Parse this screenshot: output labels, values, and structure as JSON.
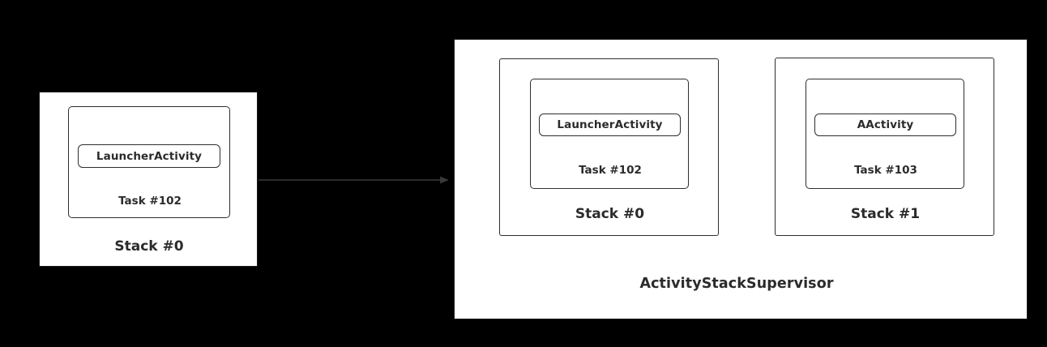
{
  "diagram": {
    "background_color": "#000000",
    "panel_color": "#ffffff",
    "stroke_color": "#2e2e2e",
    "text_color": "#2b2b2b",
    "arrow_color": "#3a3a3a"
  },
  "before": {
    "name": "before-state",
    "stack": {
      "stack_label": "Stack #0",
      "task": {
        "task_label": "Task #102",
        "activities": [
          {
            "label": "LauncherActivity"
          }
        ]
      }
    }
  },
  "arrow": {
    "name": "transition-arrow",
    "direction": "right"
  },
  "after": {
    "name": "after-state",
    "supervisor_label": "ActivityStackSupervisor",
    "stacks": [
      {
        "stack_label": "Stack #0",
        "task": {
          "task_label": "Task #102",
          "activities": [
            {
              "label": "LauncherActivity"
            }
          ]
        }
      },
      {
        "stack_label": "Stack #1",
        "task": {
          "task_label": "Task #103",
          "activities": [
            {
              "label": "AActivity"
            }
          ]
        }
      }
    ]
  }
}
